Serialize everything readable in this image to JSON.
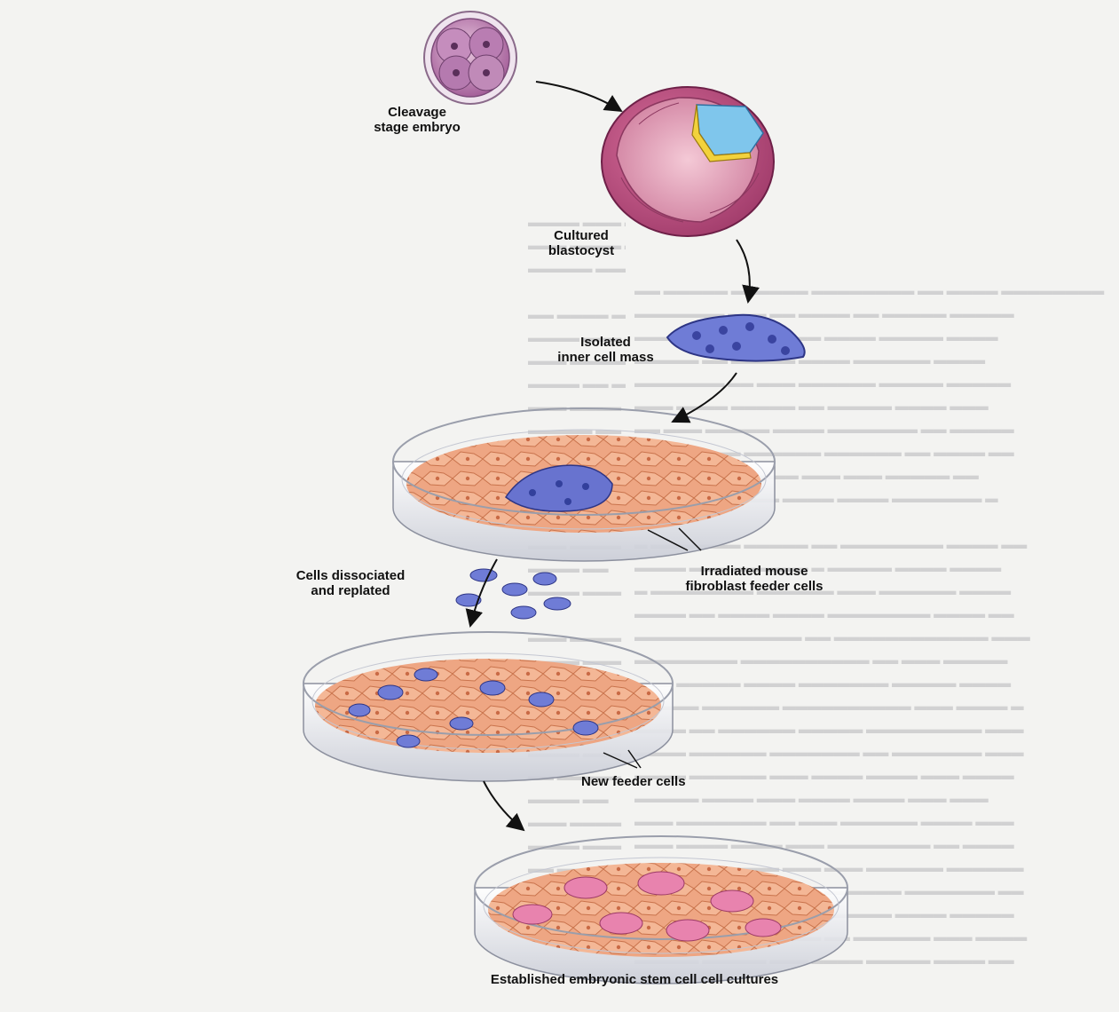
{
  "labels": {
    "cleavage_line1": "Cleavage",
    "cleavage_line2": "stage embryo",
    "blastocyst_line1": "Cultured",
    "blastocyst_line2": "blastocyst",
    "icm_line1": "Isolated",
    "icm_line2": "inner cell mass",
    "feeder_line1": "Irradiated mouse",
    "feeder_line2": "fibroblast feeder cells",
    "dissociated_line1": "Cells dissociated",
    "dissociated_line2": "and replated",
    "new_feeder": "New feeder cells",
    "established": "Established embryonic stem cell cell cultures"
  },
  "colors": {
    "embryo": "#c88fb8",
    "blastocyst": "#b8507a",
    "icm": "#5c69c8",
    "feeder": "#e9a37e",
    "es_colony": "#e07aa6",
    "yellow": "#f2d23c",
    "cyan": "#6cc2e8"
  }
}
